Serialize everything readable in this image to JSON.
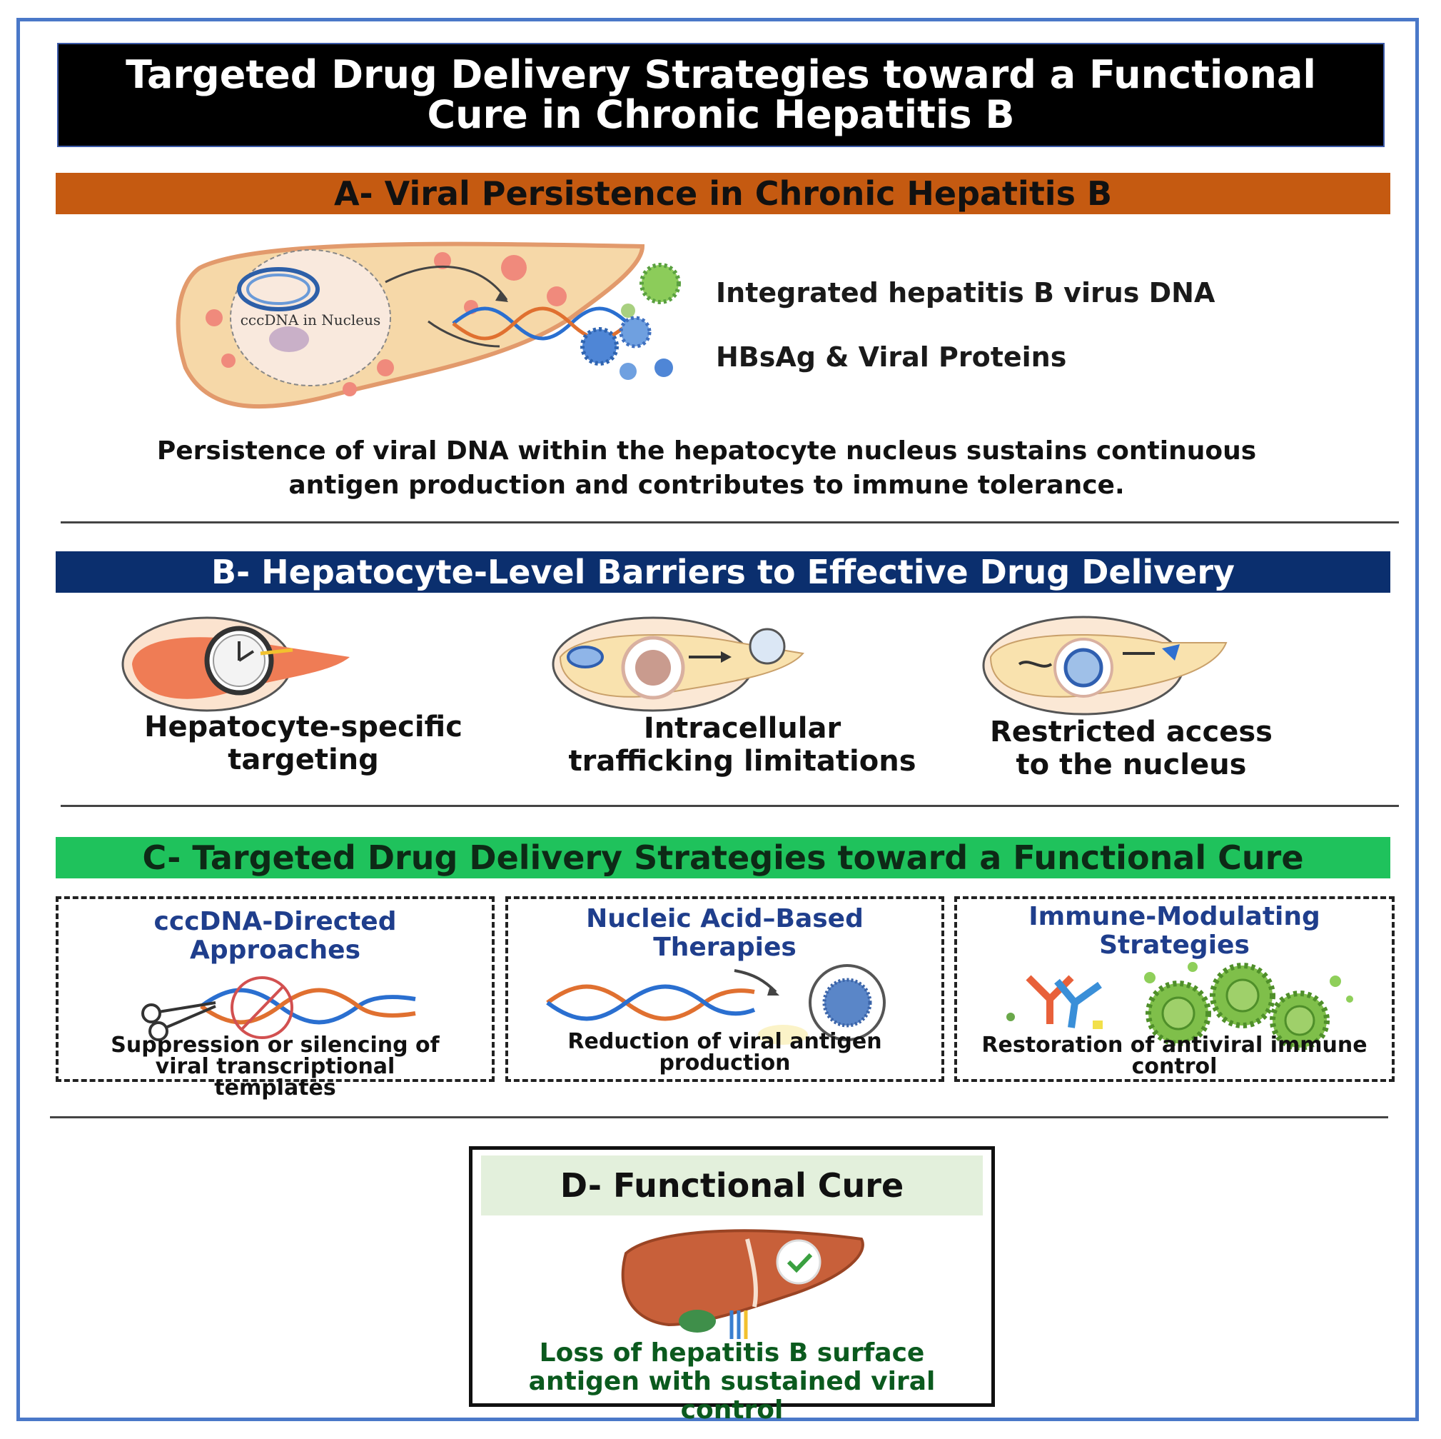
{
  "title": "Targeted Drug Delivery Strategies toward a Functional Cure in Chronic Hepatitis B",
  "section_a": {
    "heading": "A- Viral Persistence in Chronic Hepatitis B",
    "nucleus_label": "cccDNA in Nucleus",
    "label_1": "Integrated hepatitis B virus DNA",
    "label_2": "HBsAg & Viral Proteins",
    "description": "Persistence of viral DNA within the hepatocyte nucleus sustains continuous antigen production and contributes to immune tolerance."
  },
  "section_b": {
    "heading": "B- Hepatocyte-Level Barriers to Effective Drug Delivery",
    "items": [
      {
        "label": "Hepatocyte-specific targeting",
        "icon": "clock-liver-icon"
      },
      {
        "label": "Intracellular trafficking limitations",
        "icon": "cell-trafficking-icon"
      },
      {
        "label": "Restricted access to the nucleus",
        "icon": "nucleus-access-icon"
      }
    ]
  },
  "section_c": {
    "heading": "C- Targeted Drug Delivery Strategies toward a Functional Cure",
    "boxes": [
      {
        "title": "cccDNA-Directed Approaches",
        "caption": "Suppression or silencing of viral transcriptional templates"
      },
      {
        "title": "Nucleic Acid–Based Therapies",
        "caption": "Reduction of viral antigen production"
      },
      {
        "title": "Immune-Modulating Strategies",
        "caption": "Restoration of antiviral immune control"
      }
    ]
  },
  "section_d": {
    "heading": "D- Functional Cure",
    "caption": "Loss of hepatitis B surface antigen with sustained viral control"
  },
  "colors": {
    "band_a": "#c55a11",
    "band_b": "#0b2f6e",
    "band_c": "#1fc25c",
    "d_header": "#e3f0dc",
    "frame": "#4a78c8"
  }
}
